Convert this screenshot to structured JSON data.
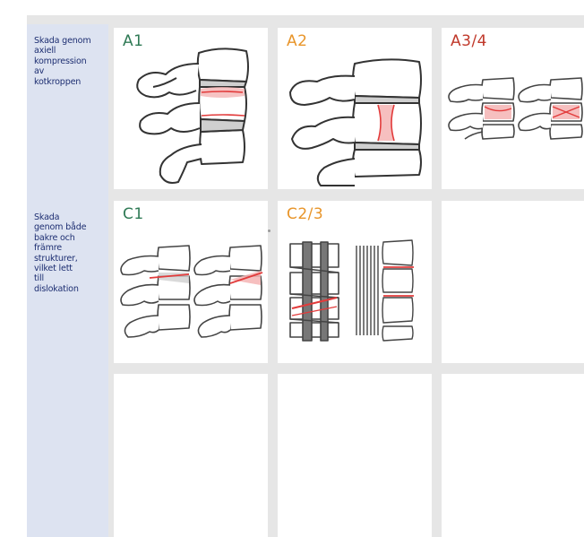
{
  "rows": [
    {
      "label": "Skada genom\naxiell\nkompression\nav\nkotkroppen"
    },
    {
      "label": "Skada\ngenom både\nbakre och\nfrämre\nstrukturer,\nvilket lett\ntill\ndislokation"
    }
  ],
  "cells": {
    "a1": {
      "label": "A1",
      "color": "#2f7a55"
    },
    "a2": {
      "label": "A2",
      "color": "#e8952a"
    },
    "a34": {
      "label": "A3/4",
      "color": "#c0392b"
    },
    "c1": {
      "label": "C1",
      "color": "#2f7a55"
    },
    "c23": {
      "label": "C2/3",
      "color": "#e8952a"
    }
  },
  "colors": {
    "frame": "#e6e6e6",
    "sidebar": "#dde3f1",
    "label_text": "#1e2f72",
    "injury": "#e23b3b"
  }
}
